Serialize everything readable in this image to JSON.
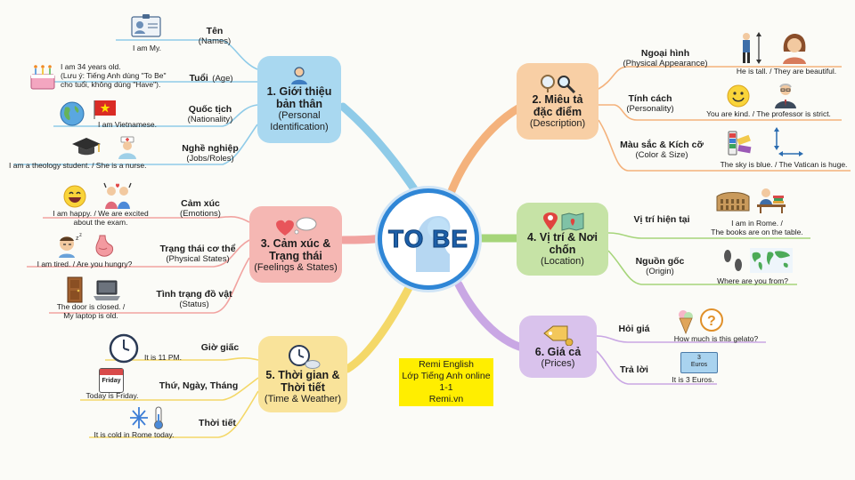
{
  "center": {
    "label": "TO BE"
  },
  "branches": {
    "b1": {
      "title": "1. Giới thiệu bản thân",
      "sub": "(Personal Identification)",
      "icon": "person-avatar-icon",
      "color": "#a9d8f0"
    },
    "b2": {
      "title": "2. Miêu tả đặc điểm",
      "sub": "(Description)",
      "icon": "magnifier-mirror-icon",
      "color": "#f8cfa5"
    },
    "b3": {
      "title": "3. Cảm xúc & Trạng thái",
      "sub": "(Feelings & States)",
      "icon": "heart-thought-icon",
      "color": "#f5b7b3"
    },
    "b4": {
      "title": "4. Vị trí & Nơi chốn",
      "sub": "(Location)",
      "icon": "map-pin-icon",
      "color": "#c6e3a6"
    },
    "b5": {
      "title": "5. Thời gian & Thời tiết",
      "sub": "(Time & Weather)",
      "icon": "clock-cloud-icon",
      "color": "#f9e39a"
    },
    "b6": {
      "title": "6. Giá cả",
      "sub": "(Prices)",
      "icon": "price-tag-icon",
      "color": "#d9c2ec"
    }
  },
  "leaves": {
    "names": {
      "vi": "Tên",
      "en": "(Names)",
      "example": "I am My."
    },
    "age": {
      "vi": "Tuổi",
      "en": "(Age)",
      "example1": "I am 34 years old.",
      "example2": "(Lưu ý: Tiếng Anh dùng \"To Be\"",
      "example3": "cho tuổi, không dùng \"Have\")."
    },
    "nationality": {
      "vi": "Quốc tịch",
      "en": "(Nationality)",
      "example": "I am Vietnamese."
    },
    "jobs": {
      "vi": "Nghề nghiệp",
      "en": "(Jobs/Roles)",
      "example": "I am a theology student. / She is a nurse."
    },
    "appearance": {
      "vi": "Ngoại hình",
      "en": "(Physical Appearance)",
      "example": "He is tall. / They are beautiful."
    },
    "personality": {
      "vi": "Tính cách",
      "en": "(Personality)",
      "example": "You are kind. / The professor is strict."
    },
    "colorsize": {
      "vi": "Màu sắc & Kích cỡ",
      "en": "(Color & Size)",
      "example": "The sky is blue. / The Vatican is huge."
    },
    "emotions": {
      "vi": "Cảm xúc",
      "en": "(Emotions)",
      "example1": "I am happy. / We are excited",
      "example2": "about the exam."
    },
    "physical": {
      "vi": "Trạng thái cơ thể",
      "en": "(Physical States)",
      "example": "I am tired. / Are you hungry?"
    },
    "status": {
      "vi": "Tình trạng đồ vật",
      "en": "(Status)",
      "example1": "The door is closed. /",
      "example2": "My laptop is old."
    },
    "current": {
      "vi": "Vị trí hiện tại",
      "example1": "I am in Rome. /",
      "example2": "The books are on the table."
    },
    "origin": {
      "vi": "Nguồn gốc",
      "en": "(Origin)",
      "example": "Where are you from?"
    },
    "clock": {
      "vi": "Giờ giấc",
      "example": "It is 11 PM."
    },
    "days": {
      "vi": "Thứ, Ngày, Tháng",
      "example": "Today is Friday.",
      "calendar_text": "Friday"
    },
    "weather": {
      "vi": "Thời tiết",
      "example": "It is cold in Rome today."
    },
    "ask": {
      "vi": "Hỏi giá",
      "example": "How much is this gelato?"
    },
    "answer": {
      "vi": "Trả lời",
      "example": "It is 3 Euros.",
      "note_amount": "3",
      "note_unit": "Euros"
    }
  },
  "remi": {
    "line1": "Remi English",
    "line2": "Lớp Tiếng Anh online 1-1",
    "line3": "Remi.vn"
  }
}
